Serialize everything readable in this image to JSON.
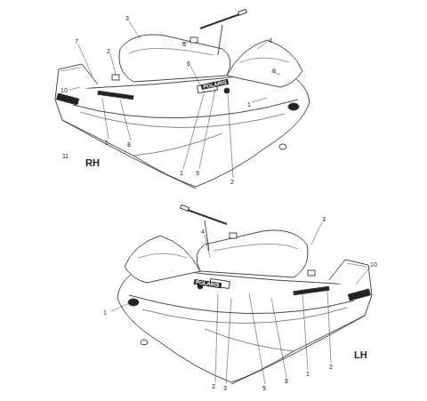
{
  "diagram": {
    "labels": [
      "7",
      "3",
      "2",
      "10",
      "5",
      "6",
      "4",
      "9",
      "1",
      "1",
      "8",
      "11",
      "RH",
      "1",
      "9",
      "2",
      "POLARIS",
      "4",
      "3",
      "10",
      "1",
      "2",
      "3",
      "5",
      "8",
      "1",
      "2",
      "LH",
      "POLARIS"
    ]
  }
}
